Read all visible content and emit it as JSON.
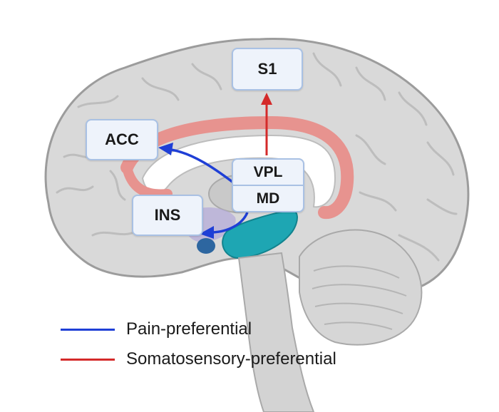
{
  "regions": {
    "s1": "S1",
    "acc": "ACC",
    "ins": "INS",
    "vpl": "VPL",
    "md": "MD"
  },
  "pathways": [
    {
      "from": "VPL",
      "to": "S1",
      "type": "somatosensory"
    },
    {
      "from": "MD",
      "to": "ACC",
      "type": "pain"
    },
    {
      "from": "MD",
      "to": "INS",
      "type": "pain"
    }
  ],
  "legend": [
    {
      "key": "pain",
      "label": "Pain-preferential",
      "color": "#1f3fd6"
    },
    {
      "key": "somatosensory",
      "label": "Somatosensory-preferential",
      "color": "#d42a2a"
    }
  ],
  "colors": {
    "pain": "#1f3fd6",
    "somatosensory": "#d42a2a",
    "box_fill": "#eef3fb",
    "box_border": "#a9c1e4",
    "brain": "#d9d9d9",
    "brain_outline": "#9c9c9c",
    "cingulum": "#e7938f",
    "amygdala_hippocampus": "#1ea6b3"
  }
}
